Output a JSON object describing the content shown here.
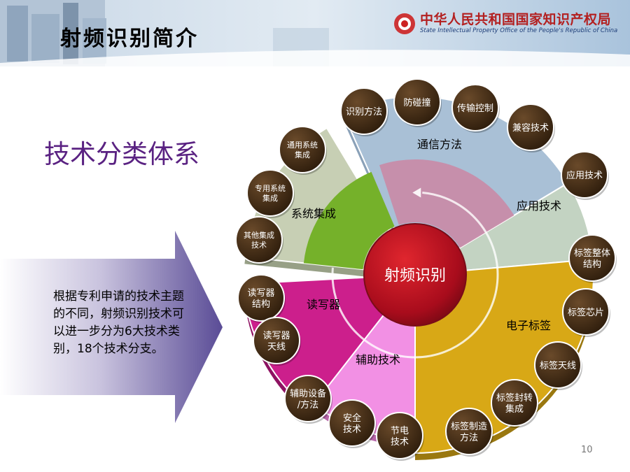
{
  "slide": {
    "title": "射频识别简介",
    "org_cn": "中华人民共和国国家知识产权局",
    "org_en": "State Intellectual Property Office of the People's Republic of China",
    "subtitle": "技术分类体系",
    "side_text": "根据专利申请的技术主题的不同，射频识别技术可以进一步分为6大技术类别，18个技术分支。",
    "page_number": "10"
  },
  "diagram": {
    "center": "射频识别",
    "categories": [
      {
        "label": "通信方法",
        "color": "#a9c0d6",
        "branches": [
          "识别方法",
          "防碰撞",
          "传输控制",
          "兼容技术"
        ]
      },
      {
        "label": "应用技术",
        "color": "#c3d3c2",
        "branches": [
          "应用技术"
        ]
      },
      {
        "label": "电子标签",
        "color": "#d8a816",
        "branches": [
          "标签整体结构",
          "标签芯片",
          "标签天线",
          "标签封转集成",
          "标签制造方法"
        ]
      },
      {
        "label": "辅助技术",
        "color": "#f290e4",
        "branches": [
          "辅助设备/方法",
          "安全技术",
          "节电技术"
        ]
      },
      {
        "label": "读写器",
        "color": "#cc1f8c",
        "branches": [
          "读写器结构",
          "读写器天线"
        ]
      },
      {
        "label": "系统集成",
        "color": "#c7cfb4",
        "branches": [
          "通用系统集成",
          "专用系统集成",
          "其他集成技术"
        ]
      }
    ]
  }
}
